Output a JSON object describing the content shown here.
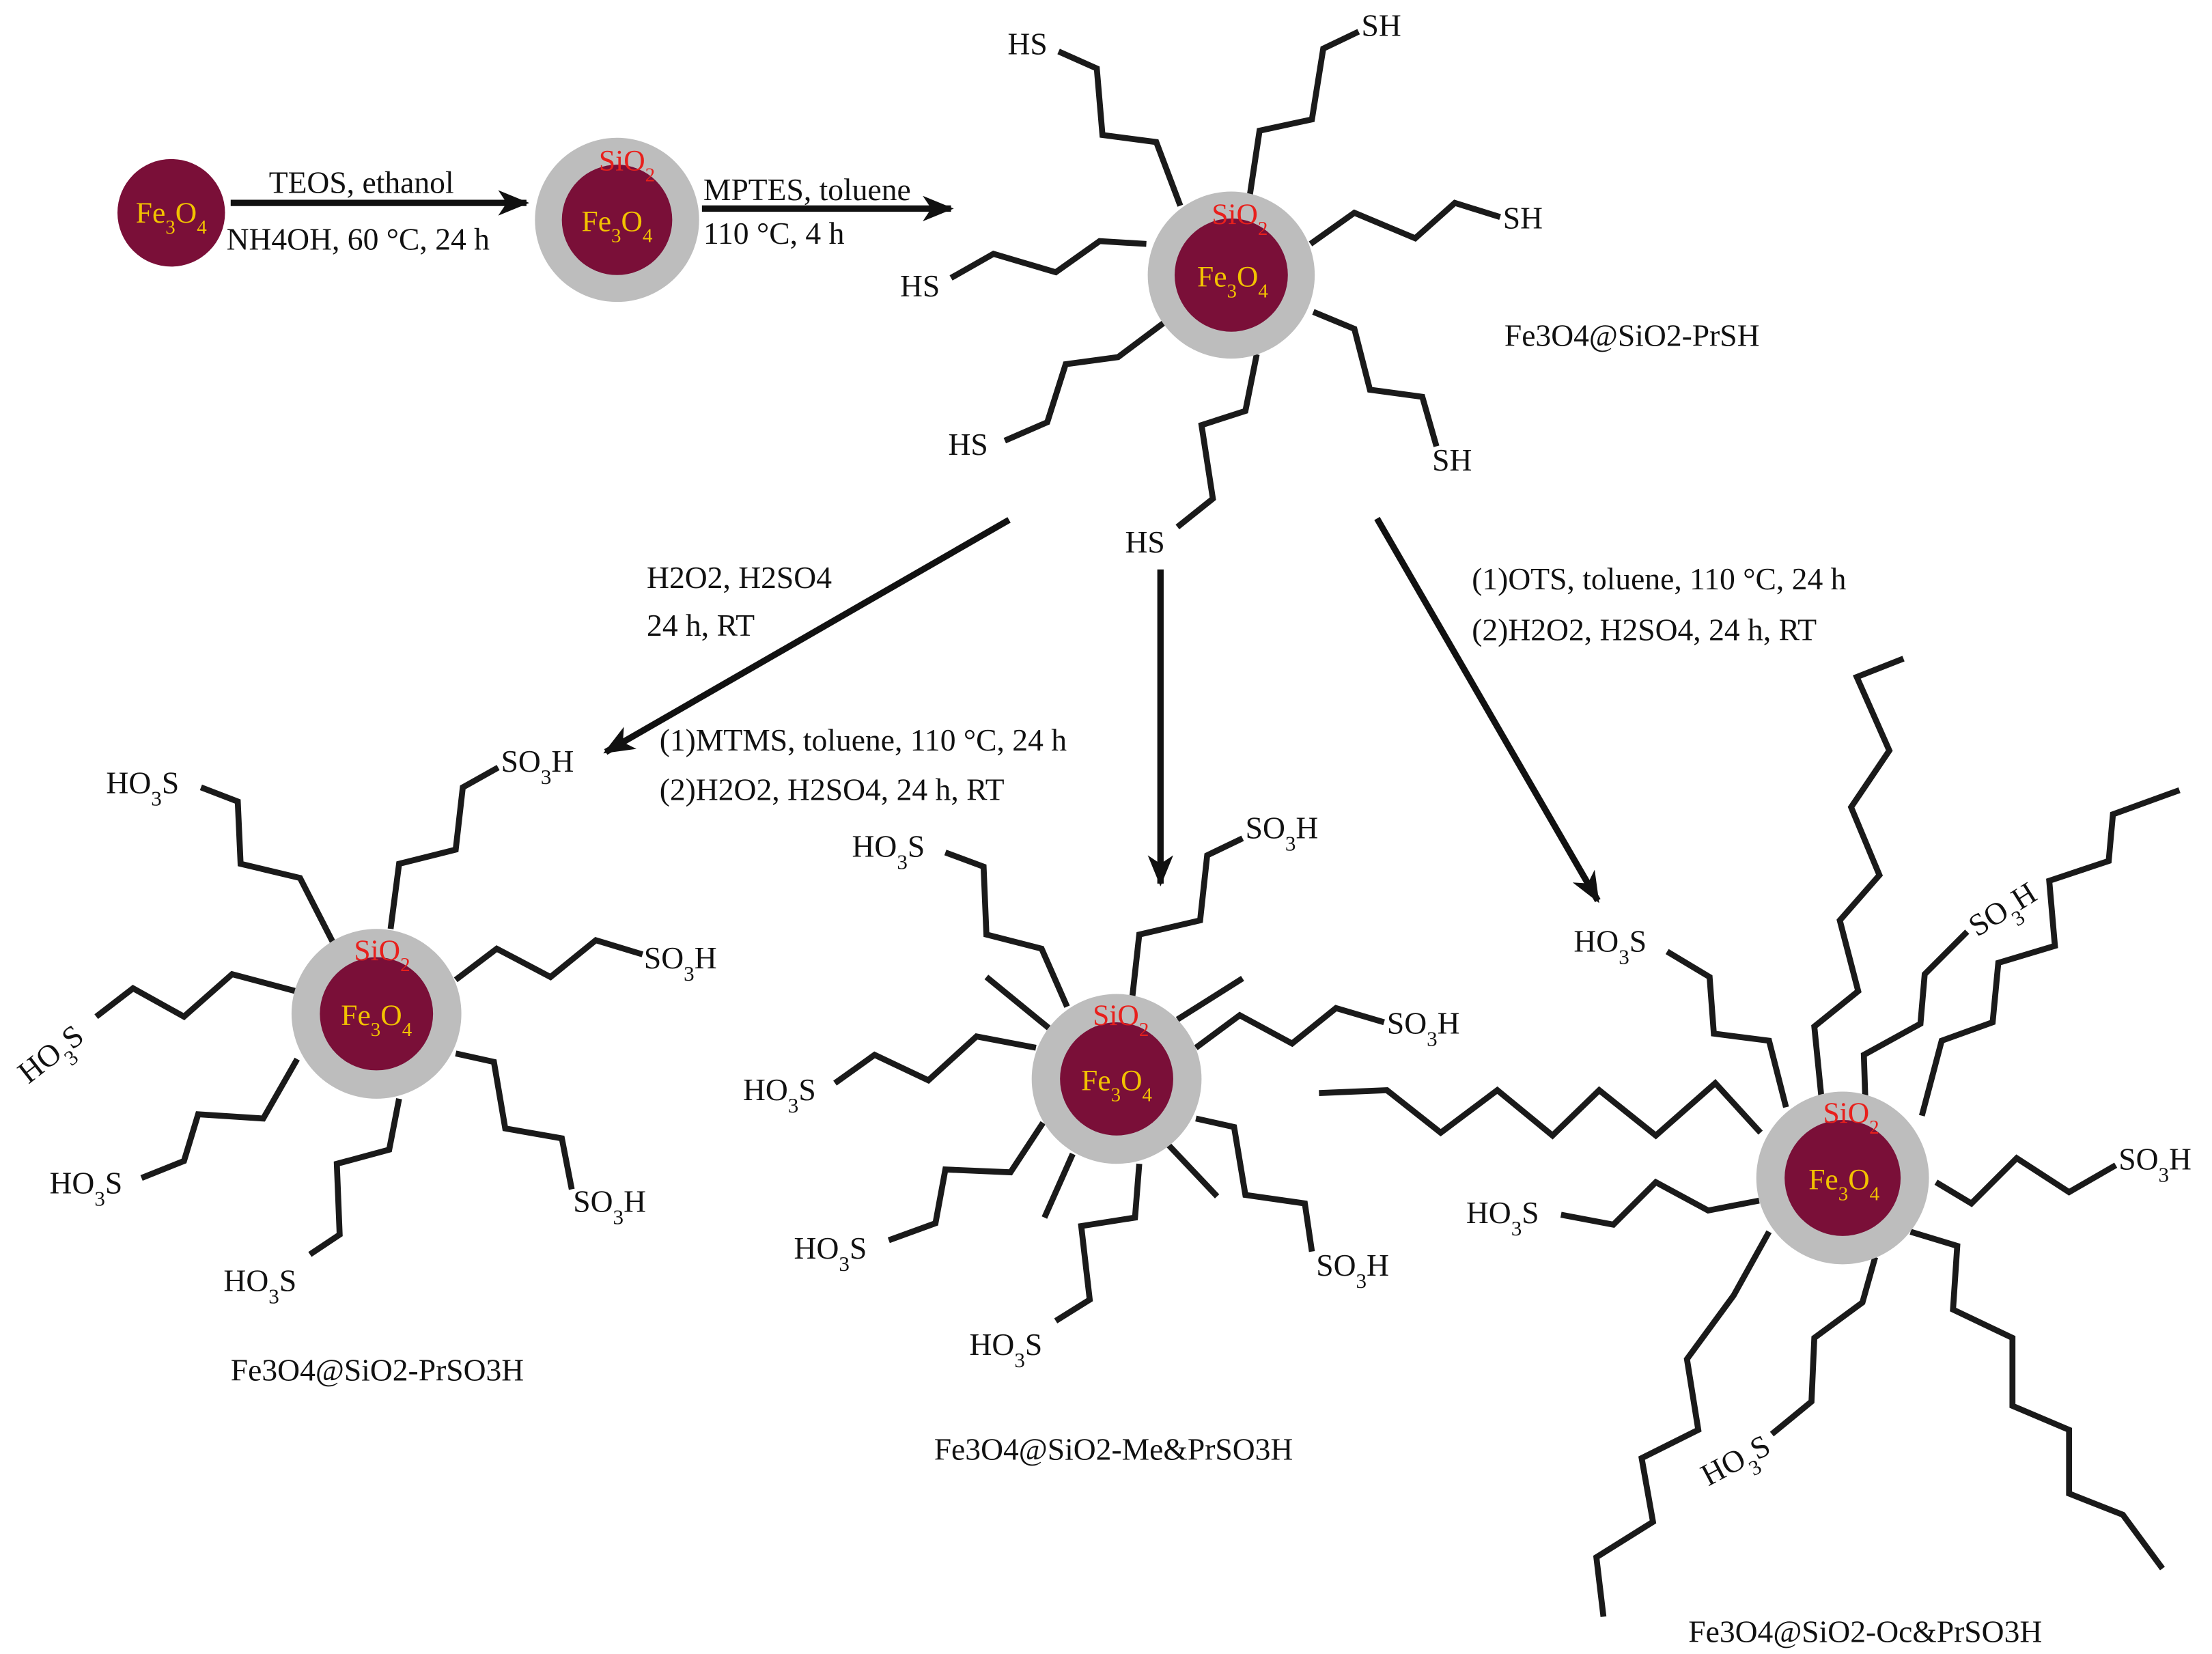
{
  "colors": {
    "core": "#7a0f38",
    "shell": "#bdbdbd",
    "core_text": "#f2c200",
    "shell_text": "#e8201c",
    "line": "#1a1a1a"
  },
  "particles": {
    "core": {
      "main": "Fe",
      "sub1": "3",
      "mid": "O",
      "sub2": "4"
    },
    "shell": {
      "main": "SiO",
      "sub": "2"
    }
  },
  "groups": {
    "thiol_left": "HS",
    "thiol_right": "SH",
    "sulfonic_right": {
      "main": "SO",
      "sub": "3",
      "tail": "H"
    },
    "sulfonic_left": {
      "head": "HO",
      "sub": "3",
      "tail": "S"
    }
  },
  "steps": {
    "step1": {
      "top": "TEOS, ethanol",
      "bottom": "NH4OH, 60 °C, 24 h"
    },
    "step2": {
      "top": "MPTES, toluene",
      "bottom": "110 °C, 4 h"
    },
    "step3": {
      "line1": "H2O2, H2SO4",
      "line2": "24 h, RT"
    },
    "step4": {
      "line1": "(1)MTMS, toluene, 110 °C, 24 h",
      "line2": "(2)H2O2, H2SO4, 24 h, RT"
    },
    "step5": {
      "line1": "(1)OTS, toluene, 110 °C, 24 h",
      "line2": "(2)H2O2, H2SO4, 24 h, RT"
    }
  },
  "products": {
    "prsh": "Fe3O4@SiO2-PrSH",
    "prso3h": "Fe3O4@SiO2-PrSO3H",
    "meprso3h": "Fe3O4@SiO2-Me&PrSO3H",
    "ocprso3h": "Fe3O4@SiO2-Oc&PrSO3H"
  }
}
